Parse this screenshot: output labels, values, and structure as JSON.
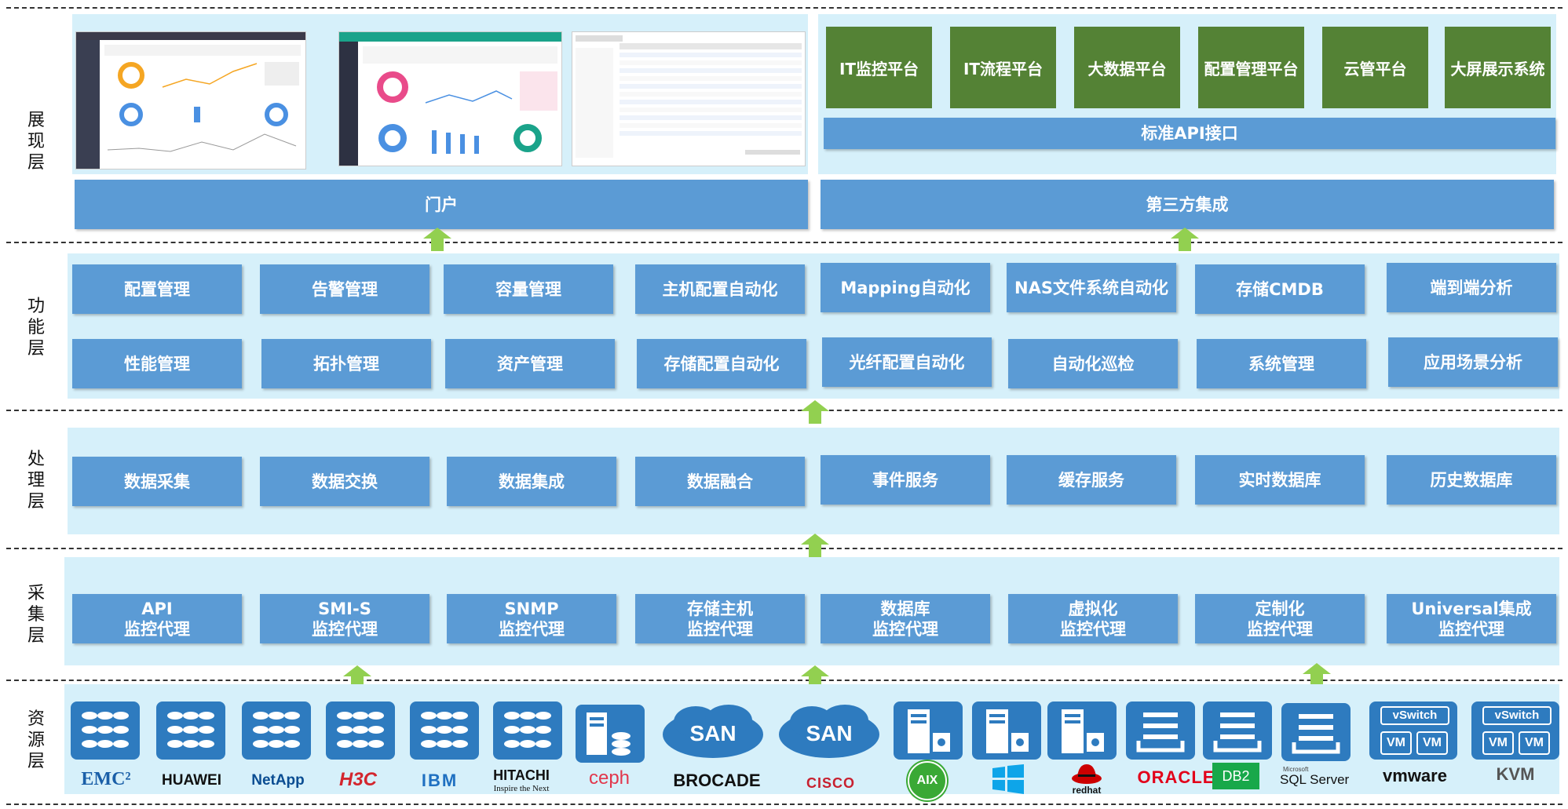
{
  "layers": {
    "presentation": "展现层",
    "function": "功能层",
    "processing": "处理层",
    "collection": "采集层",
    "resource": "资源层"
  },
  "presentation": {
    "portal": "门户",
    "third_party": "第三方集成",
    "api": "标准API接口",
    "platforms": [
      "IT监控平台",
      "IT流程平台",
      "大数据平台",
      "配置管理平台",
      "云管平台",
      "大屏展示系统"
    ]
  },
  "function": {
    "row1": [
      "配置管理",
      "告警管理",
      "容量管理",
      "主机配置自动化",
      "Mapping自动化",
      "NAS文件系统自动化",
      "存储CMDB",
      "端到端分析"
    ],
    "row2": [
      "性能管理",
      "拓扑管理",
      "资产管理",
      "存储配置自动化",
      "光纤配置自动化",
      "自动化巡检",
      "系统管理",
      "应用场景分析"
    ]
  },
  "processing": {
    "items": [
      "数据采集",
      "数据交换",
      "数据集成",
      "数据融合",
      "事件服务",
      "缓存服务",
      "实时数据库",
      "历史数据库"
    ]
  },
  "collection": {
    "items": [
      "API\n监控代理",
      "SMI-S\n监控代理",
      "SNMP\n监控代理",
      "存储主机\n监控代理",
      "数据库\n监控代理",
      "虚拟化\n监控代理",
      "定制化\n监控代理",
      "Universal集成\n监控代理"
    ]
  },
  "resource": {
    "san_label": "SAN",
    "vswitch_label": "vSwitch",
    "vm_label": "VM",
    "vendors": {
      "emc": "EMC²",
      "huawei": "HUAWEI",
      "netapp": "NetApp",
      "h3c": "H3C",
      "ibm": "IBM",
      "hitachi": "HITACHI",
      "hitachi_tagline": "Inspire the Next",
      "ceph": "ceph",
      "brocade": "BROCADE",
      "cisco": "CISCO",
      "aix": "AIX",
      "redhat": "redhat",
      "oracle": "ORACLE",
      "db2": "DB2",
      "microsoft": "Microsoft",
      "sqlserver": "SQL Server",
      "vmware": "vmware",
      "kvm": "KVM"
    }
  },
  "colors": {
    "box_blue": "#5b9bd5",
    "panel_bg": "#d6f0fa",
    "platform_green": "#548235",
    "arrow_green": "#92d050"
  }
}
